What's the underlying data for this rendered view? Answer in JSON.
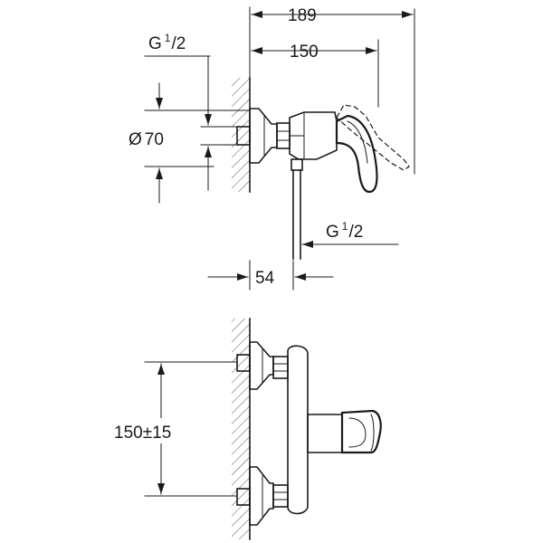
{
  "dimensions": {
    "width_total": "189",
    "width_to_handle": "150",
    "connection_top_main": "G",
    "connection_top_sup": "1",
    "connection_top_sub": "/2",
    "diameter_symbol": "Ø",
    "diameter_value": "70",
    "connection_outlet_main": "G",
    "connection_outlet_sup": "1",
    "connection_outlet_sub": "/2",
    "outlet_offset": "54",
    "center_distance": "150±15"
  }
}
